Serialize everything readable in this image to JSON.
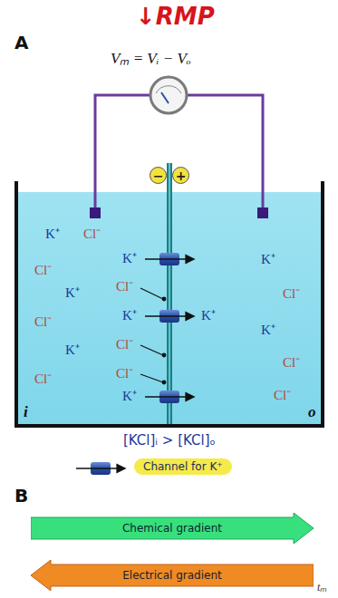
{
  "diagram": {
    "nodes": [
      {
        "text": [
          "−"
        ]
      },
      {
        "text": [
          "+"
        ]
      },
      {
        "text": [
          "Chemical gradient"
        ]
      },
      {
        "text": [
          "Electrical gradient"
        ]
      }
    ],
    "labels": [
      "↓RMP",
      "A",
      "Vₘ = Vᵢ − Vₒ",
      "K⁺",
      "Cl⁻",
      "K⁺",
      "Cl⁻",
      "K⁺",
      "Cl⁻",
      "K⁺",
      "Cl⁻",
      "Cl⁻",
      "K⁺",
      "Cl⁻",
      "Cl⁻",
      "K⁺",
      "K⁺",
      "K⁺",
      "Cl⁻",
      "K⁺",
      "Cl⁻",
      "Cl⁻",
      "i",
      "o",
      "[KCl]ᵢ > [KCl]ₒ",
      "B",
      "tₘ"
    ],
    "legend": [
      {
        "text": "Channel for K⁺"
      }
    ]
  }
}
